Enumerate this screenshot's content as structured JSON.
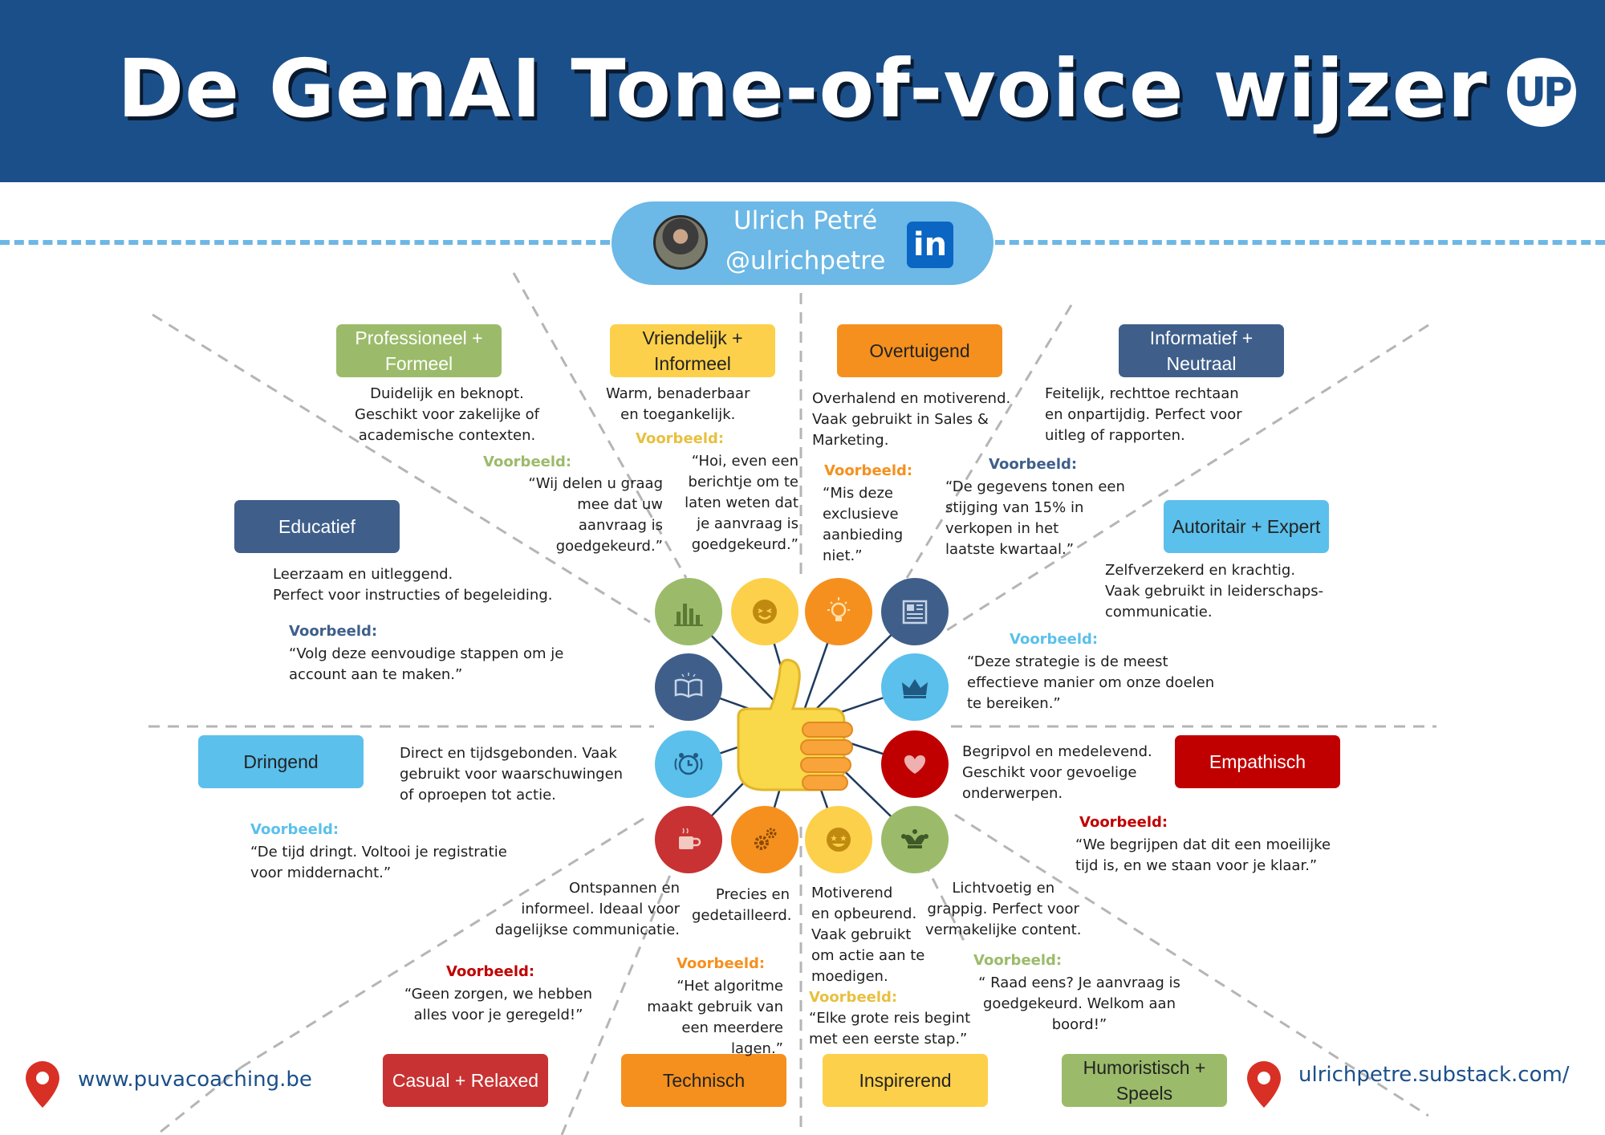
{
  "header": {
    "title": "De GenAI Tone-of-voice wijzer",
    "logo_text": "UP"
  },
  "author": {
    "name": "Ulrich Petré",
    "handle": "@ulrichpetre",
    "linkedin_label": "in"
  },
  "colors": {
    "header": "#1b4f8a",
    "accent_light_blue": "#5bc0eb",
    "green": "#9bbb6a",
    "yellow": "#fcd04a",
    "orange": "#f5901e",
    "navy": "#3f5f8a",
    "red": "#c00000",
    "dark_red": "#c83232"
  },
  "tones": {
    "professioneel": {
      "label_line1": "Professioneel +",
      "label_line2": "Formeel",
      "desc": "Duidelijk en beknopt.\nGeschikt voor zakelijke of\nacademische contexten.",
      "example_label": "Voorbeeld:",
      "example": "“Wij delen u graag\nmee dat uw\naanvraag is\ngoedgekeurd.”",
      "icon": "bar-chart-icon"
    },
    "vriendelijk": {
      "label_line1": "Vriendelijk +",
      "label_line2": "Informeel",
      "desc": "Warm, benaderbaar\nen toegankelijk.",
      "example_label": "Voorbeeld:",
      "example": "“Hoi, even een\nberichtje om te\nlaten weten dat\nje aanvraag is\ngoedgekeurd.”",
      "icon": "wink-face-icon"
    },
    "overtuigend": {
      "label": "Overtuigend",
      "desc": "Overhalend en motiverend.\nVaak gebruikt in Sales &\nMarketing.",
      "example_label": "Voorbeeld:",
      "example": "“Mis deze\nexclusieve\naanbieding\nniet.”",
      "icon": "lightbulb-icon"
    },
    "informatief": {
      "label_line1": "Informatief +",
      "label_line2": "Neutraal",
      "desc": "Feitelijk, rechttoe rechtaan\nen onpartijdig. Perfect voor\nuitleg of rapporten.",
      "example_label": "Voorbeeld:",
      "example": "“De gegevens tonen een\nstijging van 15% in\nverkopen in het\nlaatste kwartaal.”",
      "icon": "newspaper-icon"
    },
    "educatief": {
      "label": "Educatief",
      "desc": "Leerzaam en uitleggend.\nPerfect voor instructies of begeleiding.",
      "example_label": "Voorbeeld:",
      "example": "“Volg deze eenvoudige stappen om je\naccount aan te maken.”",
      "icon": "open-book-icon"
    },
    "autoritair": {
      "label": "Autoritair + Expert",
      "desc": "Zelfverzekerd en krachtig.\nVaak gebruikt in leiderschaps-\ncommunicatie.",
      "example_label": "Voorbeeld:",
      "example": "“Deze strategie is de meest\neffectieve manier om onze doelen\nte bereiken.”",
      "icon": "crown-icon"
    },
    "dringend": {
      "label": "Dringend",
      "desc": "Direct en tijdsgebonden. Vaak\ngebruikt voor waarschuwingen\nof oproepen tot actie.",
      "example_label": "Voorbeeld:",
      "example": "“De tijd dringt. Voltooi je registratie\nvoor middernacht.”",
      "icon": "alarm-clock-icon"
    },
    "empathisch": {
      "label": "Empathisch",
      "desc": "Begripvol en medelevend.\nGeschikt voor gevoelige\nonderwerpen.",
      "example_label": "Voorbeeld:",
      "example": "“We begrijpen dat dit een moeilijke\ntijd is, en we staan voor je klaar.”",
      "icon": "heart-icon"
    },
    "casual": {
      "label": "Casual + Relaxed",
      "desc": "Ontspannen en\ninformeel. Ideaal voor\ndagelijkse communicatie.",
      "example_label": "Voorbeeld:",
      "example": "“Geen zorgen, we hebben\nalles voor je geregeld!”",
      "icon": "coffee-cup-icon"
    },
    "technisch": {
      "label": "Technisch",
      "desc": "Precies en\ngedetailleerd.",
      "example_label": "Voorbeeld:",
      "example": "“Het algoritme\nmaakt gebruik van\neen meerdere lagen.”",
      "icon": "gears-icon"
    },
    "inspirerend": {
      "label": "Inspirerend",
      "desc": "Motiverend\nen opbeurend.\nVaak gebruikt\nom actie aan te\nmoedigen.",
      "example_label": "Voorbeeld:",
      "example": "“Elke grote reis begint\nmet een eerste stap.”",
      "icon": "star-eyes-face-icon"
    },
    "humoristisch": {
      "label_line1": "Humoristisch +",
      "label_line2": "Speels",
      "desc": "Lichtvoetig en\ngrappig.  Perfect voor\nvermakelijke content.",
      "example_label": "Voorbeeld:",
      "example": "“ Raad eens?  Je aanvraag is\ngoedgekeurd. Welkom aan\nboord!”",
      "icon": "jester-hat-icon"
    }
  },
  "footer": {
    "left_url": "www.puvacoaching.be",
    "right_url": "ulrichpetre.substack.com/"
  }
}
